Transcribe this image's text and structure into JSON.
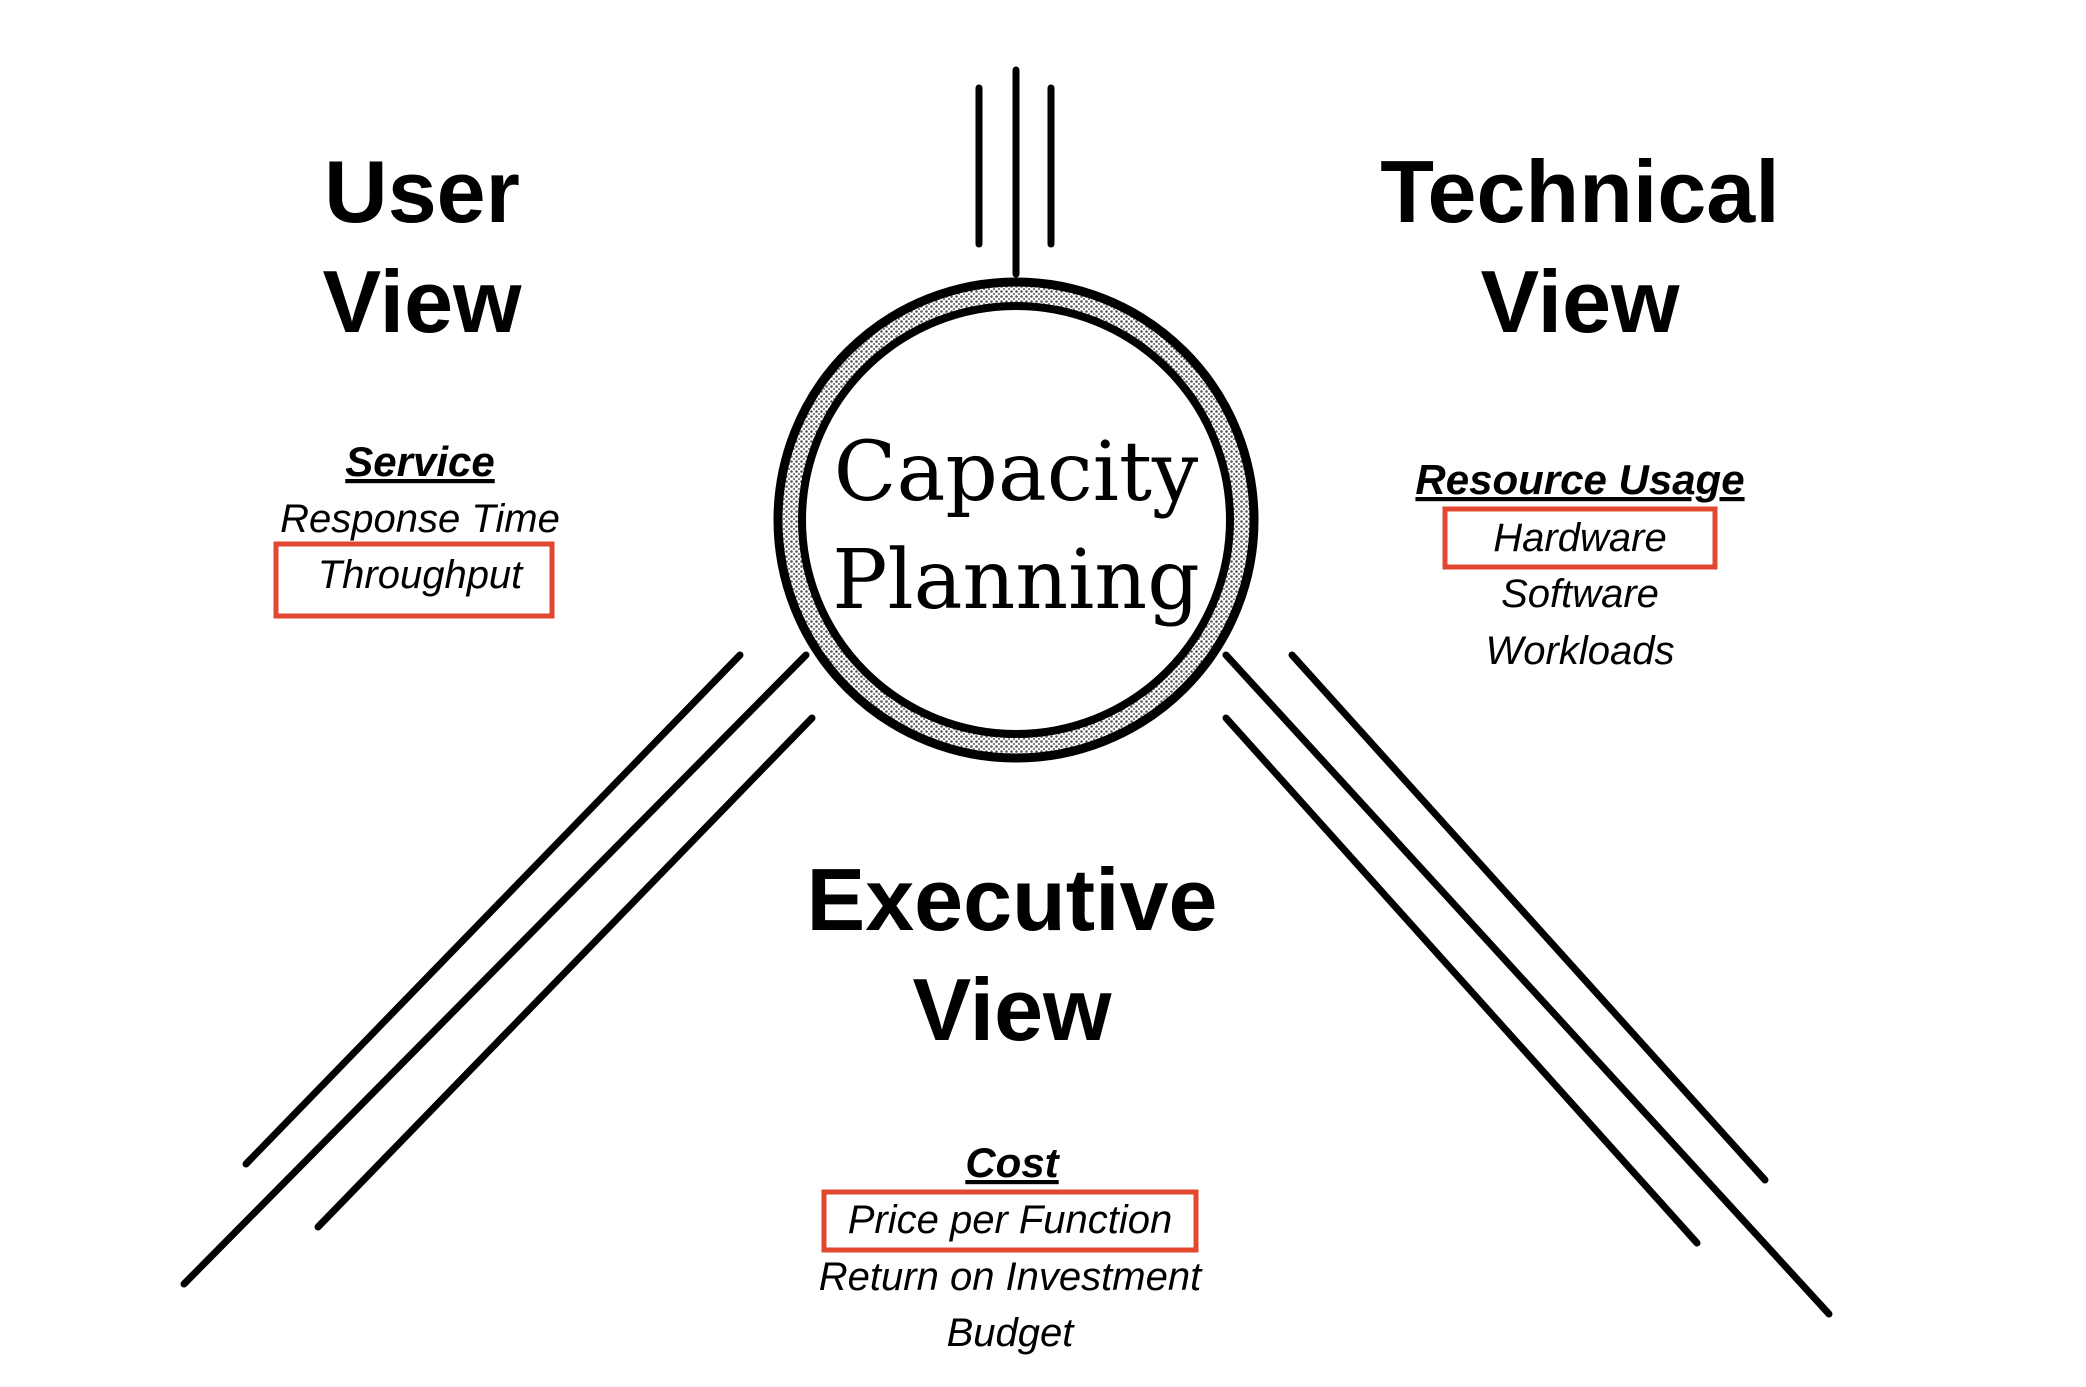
{
  "hub": {
    "line1": "Capacity",
    "line2": "Planning"
  },
  "user_view": {
    "title_line1": "User",
    "title_line2": "View",
    "heading": "Service",
    "items": [
      "Response Time",
      "Throughput"
    ],
    "highlighted": "Throughput"
  },
  "technical_view": {
    "title_line1": "Technical",
    "title_line2": "View",
    "heading": "Resource Usage",
    "items": [
      "Hardware",
      "Software",
      "Workloads"
    ],
    "highlighted": "Hardware"
  },
  "executive_view": {
    "title_line1": "Executive",
    "title_line2": "View",
    "heading": "Cost",
    "items": [
      "Price per Function",
      "Return on Investment",
      "Budget"
    ],
    "highlighted": "Price per Function"
  },
  "colors": {
    "highlight_box": "#e2472f",
    "ink": "#000000",
    "ring_shading": "#bdbdbd"
  }
}
